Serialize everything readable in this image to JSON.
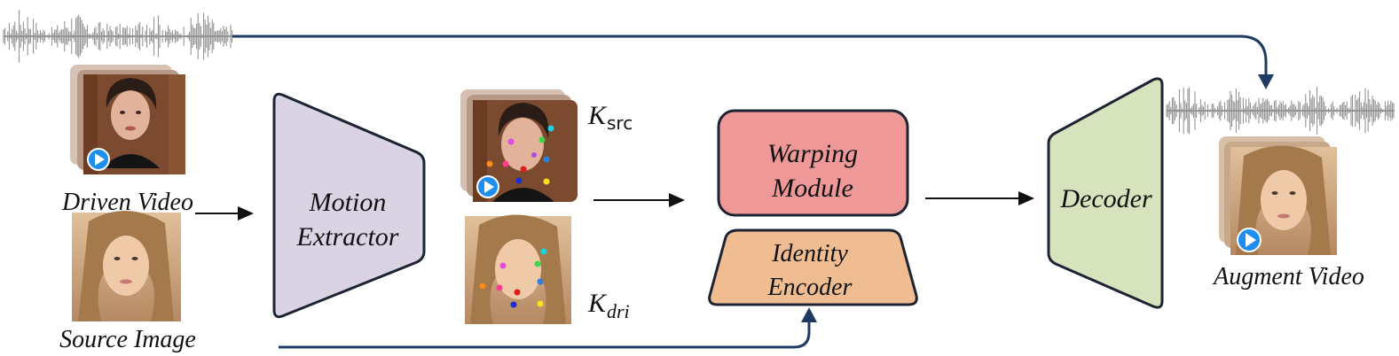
{
  "labels": {
    "driven_video": "Driven Video",
    "source_image": "Source Image",
    "motion_extractor_line1": "Motion",
    "motion_extractor_line2": "Extractor",
    "warping_line1": "Warping",
    "warping_line2": "Module",
    "identity_line1": "Identity",
    "identity_line2": "Encoder",
    "decoder": "Decoder",
    "augment_video": "Augment Video",
    "k_src_main": "K",
    "k_src_sub": "src",
    "k_dri_main": "K",
    "k_dri_sub": "dri"
  },
  "colors": {
    "motion_extractor": "#d9d3e3",
    "warping_module": "#ee9898",
    "identity_encoder": "#efbd91",
    "decoder": "#d6e3bd",
    "block_stroke": "#1c2333",
    "audio_arrow": "#1f3b63",
    "waveform": "#8a8a8a",
    "play_button": "#1e8ef0"
  },
  "icons": {
    "play": "play-icon",
    "waveform": "audio-waveform-icon"
  }
}
